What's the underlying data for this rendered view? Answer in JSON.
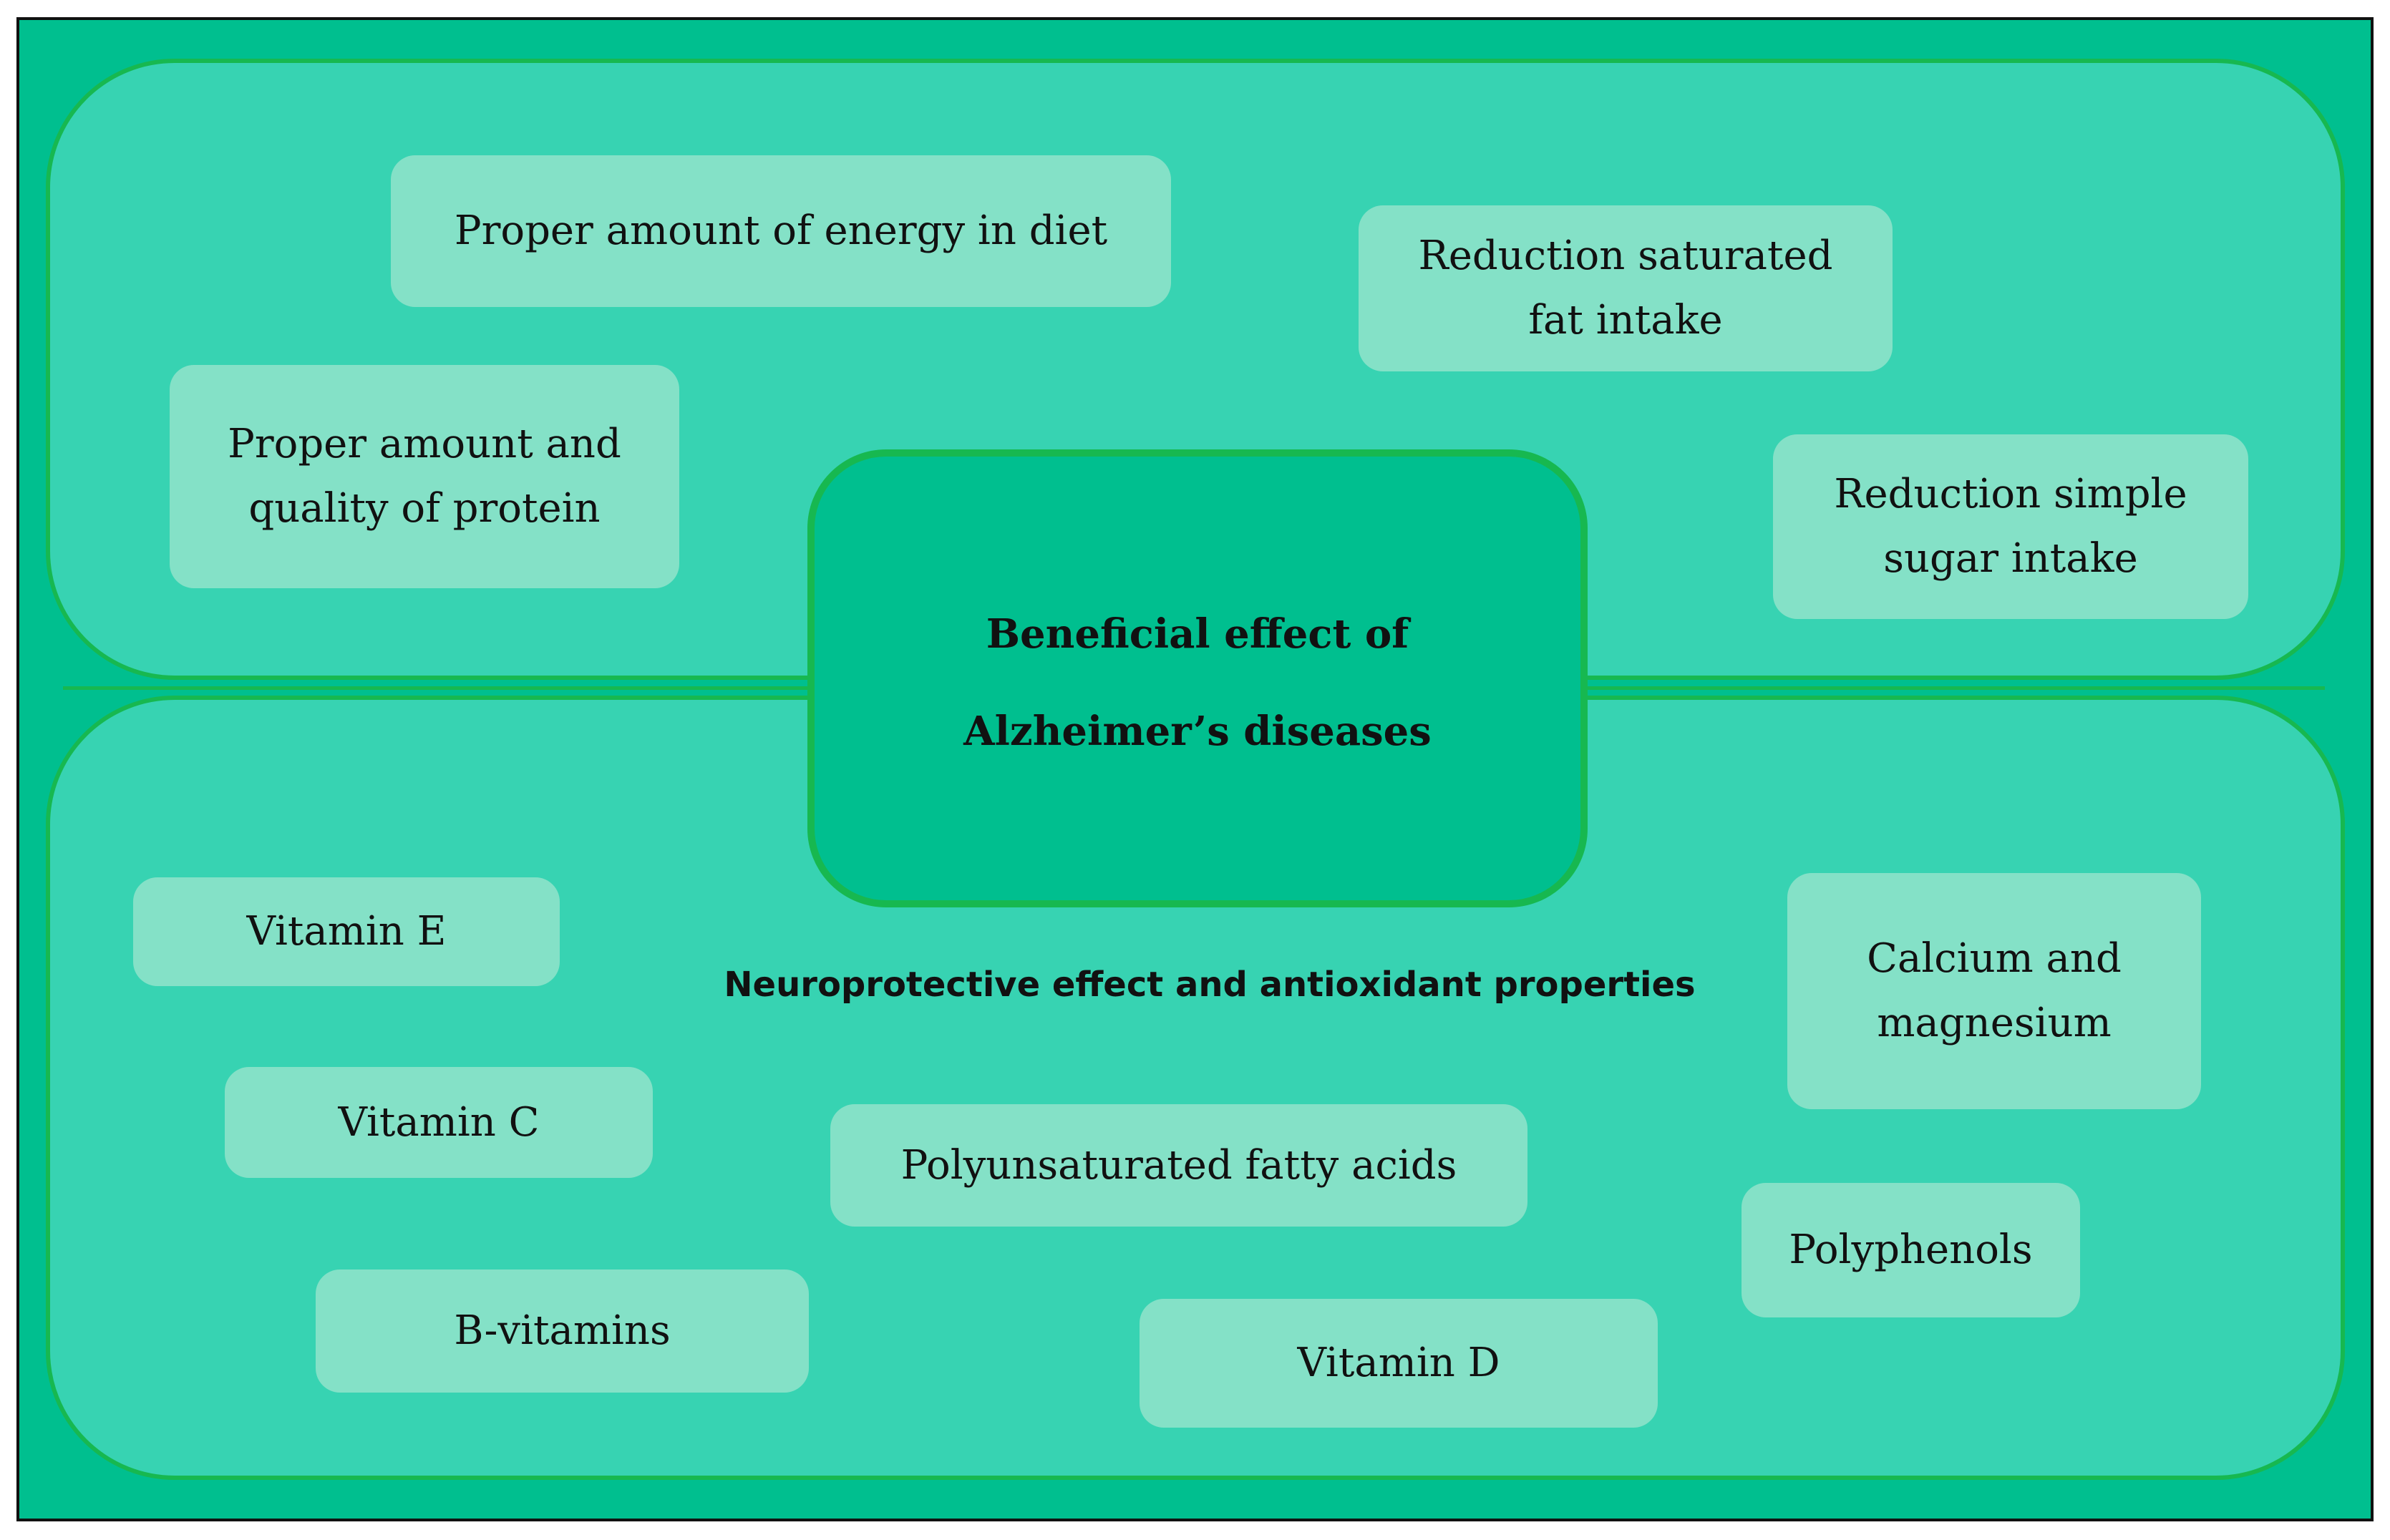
{
  "center": {
    "line1": "Beneficial effect of",
    "line2": "Alzheimer’s diseases"
  },
  "top_section": {
    "items": [
      {
        "line1": "Proper amount of energy in diet",
        "line2": ""
      },
      {
        "line1": "Reduction saturated",
        "line2": "fat intake"
      },
      {
        "line1": "Proper amount and",
        "line2": "quality of protein"
      },
      {
        "line1": "Reduction simple",
        "line2": "sugar intake"
      }
    ]
  },
  "bottom_section": {
    "subtitle": "Neuroprotective effect and antioxidant properties",
    "items": [
      {
        "line1": "Vitamin E",
        "line2": ""
      },
      {
        "line1": "Vitamin C",
        "line2": ""
      },
      {
        "line1": "B-vitamins",
        "line2": ""
      },
      {
        "line1": "Polyunsaturated fatty acids",
        "line2": ""
      },
      {
        "line1": "Vitamin D",
        "line2": ""
      },
      {
        "line1": "Calcium and",
        "line2": "magnesium"
      },
      {
        "line1": "Polyphenols",
        "line2": ""
      }
    ]
  },
  "colors": {
    "background": "#00bf8f",
    "panel": "#37d3b2",
    "panel_border": "#17b850",
    "box": "#84e1c7",
    "text": "#111111"
  }
}
